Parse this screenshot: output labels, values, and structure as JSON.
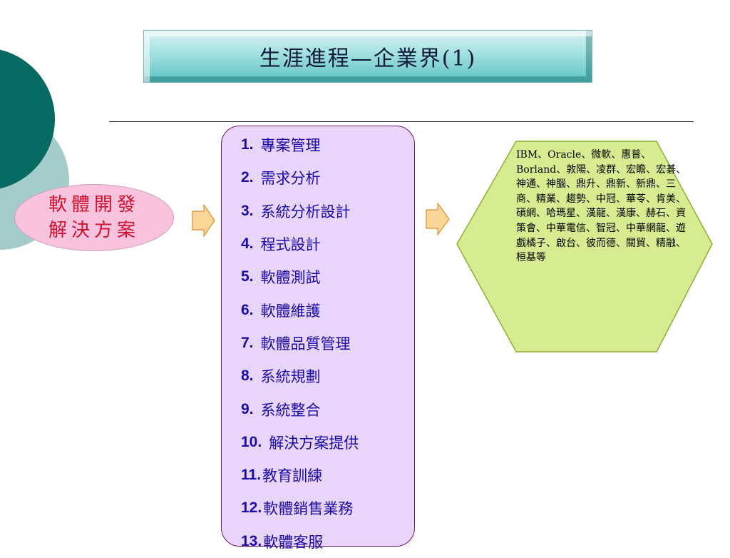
{
  "title": "生涯進程—企業界(1)",
  "category_label": {
    "line1": "軟體開發",
    "line2": "解決方案"
  },
  "job_items": [
    {
      "num": "1.",
      "text": "專案管理"
    },
    {
      "num": "2.",
      "text": "需求分析"
    },
    {
      "num": "3.",
      "text": "系統分析設計"
    },
    {
      "num": "4.",
      "text": "程式設計"
    },
    {
      "num": "5.",
      "text": "軟體測試"
    },
    {
      "num": "6.",
      "text": "軟體維護"
    },
    {
      "num": "7.",
      "text": "軟體品質管理"
    },
    {
      "num": "8.",
      "text": "系統規劃"
    },
    {
      "num": "9.",
      "text": "系統整合"
    },
    {
      "num": "10.",
      "text": "解決方案提供"
    },
    {
      "num": "11.",
      "text": "教育訓練"
    },
    {
      "num": "12.",
      "text": "軟體銷售業務"
    },
    {
      "num": "13.",
      "text": "軟體客服"
    }
  ],
  "companies_text": "IBM、Oracle、微軟、惠普、 Borland、敦陽、凌群、宏瞻、宏碁、神通、神腦、鼎升、鼎新、新鼎、三商、精業、趨勢、中冠、華苓、肯美、碩網、哈瑪星、漢龍、漢康、赫石、資策會、中華電信、智冠、中華網龍、遊戲橘子、啟台、彼而德、關貿、精融、桓基等",
  "colors": {
    "deco_dark_teal": "#076a62",
    "deco_light_teal": "#a3cccb",
    "title_teal": "#5fc4c4",
    "ellipse_fill": "#f9c3de",
    "ellipse_text": "#d0102e",
    "list_fill": "#e9d5f9",
    "list_border": "#6a1870",
    "list_text": "#1a0aa8",
    "arrow_fill": "#fcd699",
    "arrow_stroke": "#e0902a",
    "hexagon_fill": "#d7ec90",
    "hexagon_stroke": "#8fae35"
  }
}
